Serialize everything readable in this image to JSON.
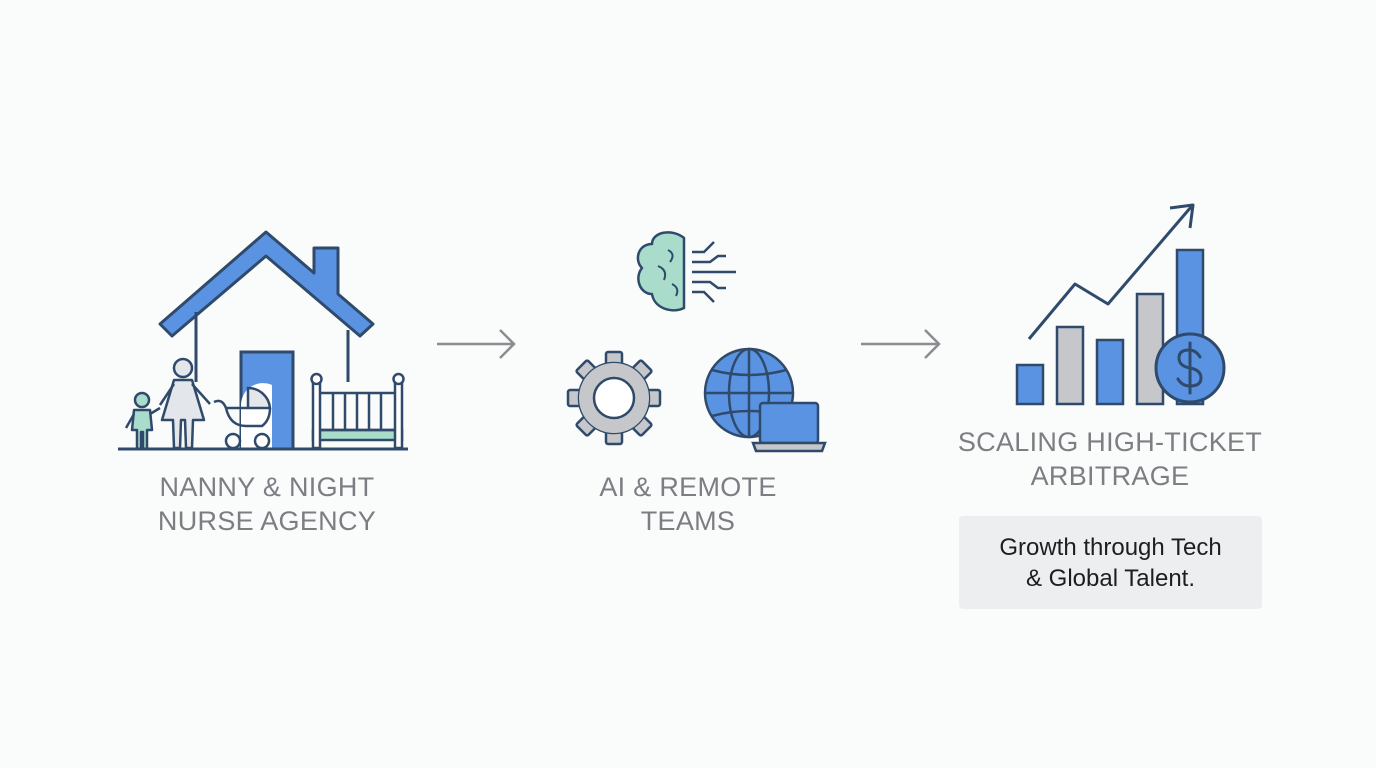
{
  "steps": [
    {
      "line1": "NANNY & NIGHT",
      "line2": "NURSE AGENCY",
      "icon": "house-family-icon"
    },
    {
      "line1": "AI & REMOTE",
      "line2": "TEAMS",
      "icon": "ai-remote-icons"
    },
    {
      "line1": "SCALING HIGH-TICKET",
      "line2": "ARBITRAGE",
      "icon": "growth-chart-icon"
    }
  ],
  "note": {
    "line1": "Growth through Tech",
    "line2": "& Global Talent."
  },
  "colors": {
    "outline": "#2f4a6b",
    "blue": "#5b93e3",
    "mint": "#a9dccb",
    "gray": "#c5c7cb",
    "arrow": "#8a8c90",
    "label": "#7b7e82"
  }
}
